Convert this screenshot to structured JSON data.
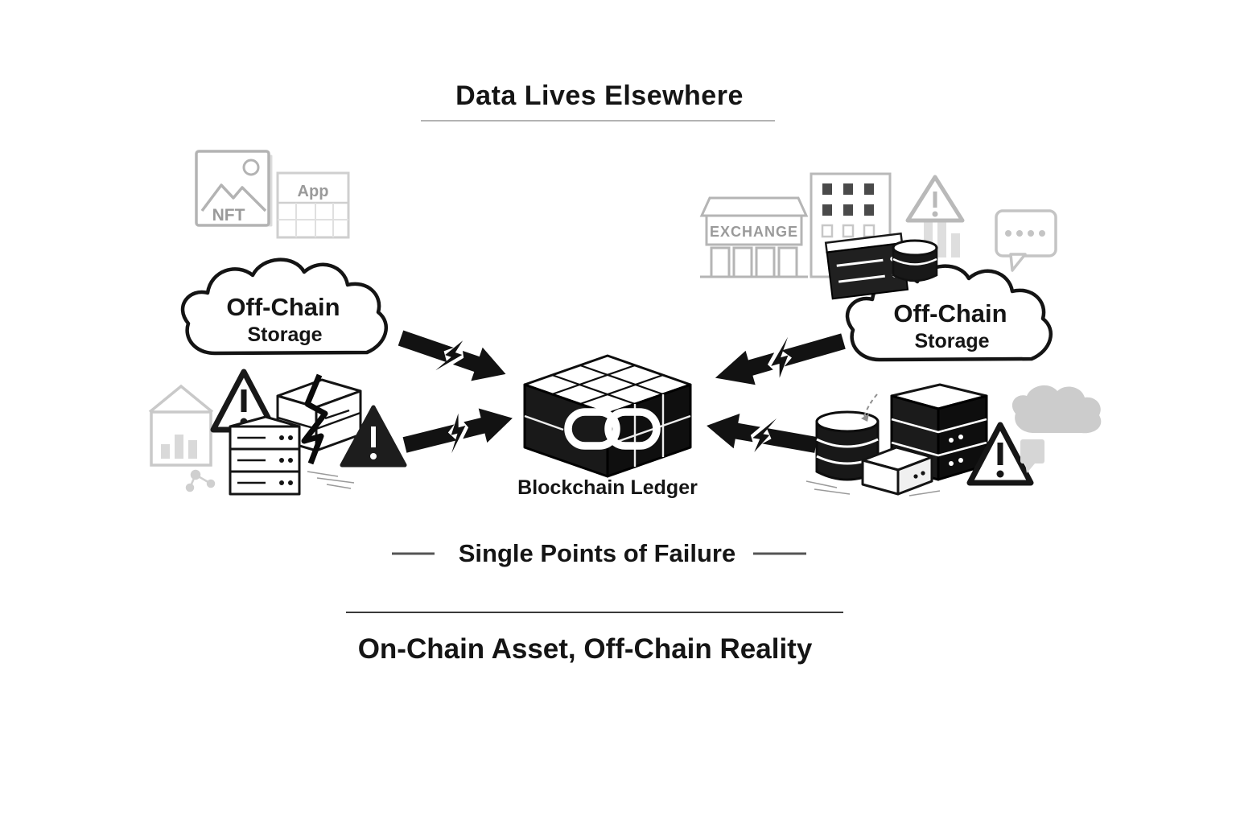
{
  "title": "Data Lives Elsewhere",
  "clouds": {
    "left": {
      "title": "Off-Chain",
      "subtitle": "Storage"
    },
    "right": {
      "title": "Off-Chain",
      "subtitle": "Storage"
    }
  },
  "icons": {
    "nft_label": "NFT",
    "app_label": "App",
    "exchange_label": "EXCHANGE"
  },
  "ledger_label": "Blockchain Ledger",
  "failure_label": "Single Points of Failure",
  "caption": "On-Chain Asset, Off-Chain Reality",
  "colors": {
    "ink": "#141414",
    "gray_light": "#c2c2c2",
    "gray_mid": "#9a9a9a",
    "background": "#ffffff"
  }
}
